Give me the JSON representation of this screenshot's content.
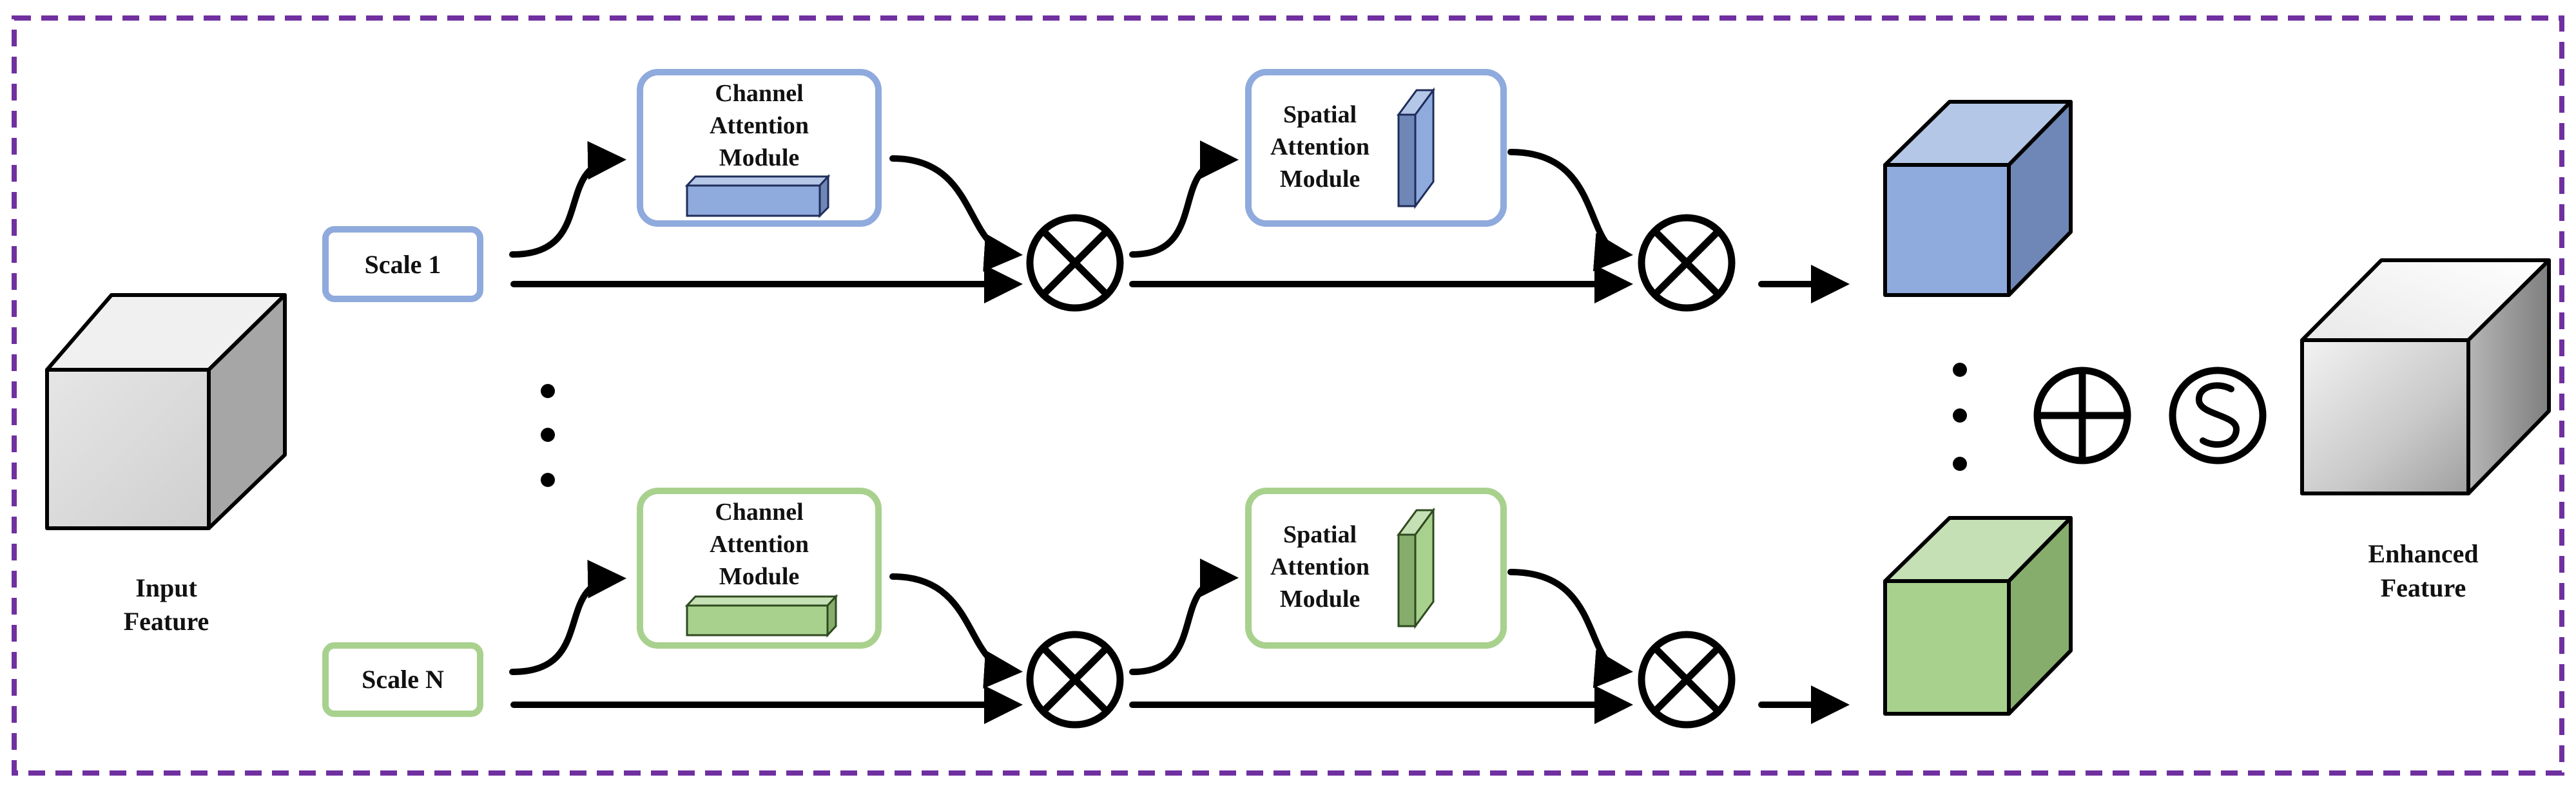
{
  "title": "",
  "colors": {
    "border": "#7030a0",
    "scale1": "#8faadc",
    "scaleN": "#a9d18e",
    "blue_front": "#8faadc",
    "blue_top": "#b4c7e7",
    "blue_side": "#6f87b6",
    "green_front": "#a9d18e",
    "green_top": "#c5e0b4",
    "green_side": "#86ad6c"
  },
  "input": {
    "line1": "Input",
    "line2": "Feature"
  },
  "output": {
    "line1": "Enhanced",
    "line2": "Feature"
  },
  "branches": [
    {
      "scale_label": "Scale 1",
      "theme": "blue",
      "channel": {
        "line1": "Channel",
        "line2": "Attention",
        "line3": "Module"
      },
      "spatial": {
        "line1": "Spatial",
        "line2": "Attention",
        "line3": "Module"
      }
    },
    {
      "scale_label": "Scale N",
      "theme": "green",
      "channel": {
        "line1": "Channel",
        "line2": "Attention",
        "line3": "Module"
      },
      "spatial": {
        "line1": "Spatial",
        "line2": "Attention",
        "line3": "Module"
      }
    }
  ],
  "operators": {
    "multiply": "element-wise multiplication (⊗)",
    "add": "element-wise addition (⊕)",
    "sigmoid": "sigmoid (S)"
  }
}
